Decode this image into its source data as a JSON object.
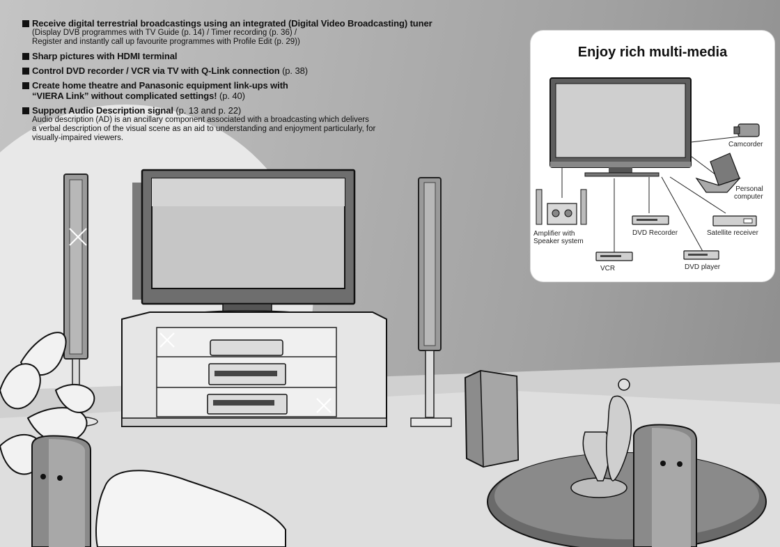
{
  "features": [
    {
      "heading_lines": [
        "Receive digital terrestrial broadcastings using an integrated (Digital Video Broadcasting) tuner"
      ],
      "ref": "",
      "desc_lines": [
        "(Display DVB programmes with TV Guide (p. 14) / Timer recording (p. 36) /",
        "Register and instantly call up favourite programmes with Profile Edit (p. 29))"
      ]
    },
    {
      "heading_lines": [
        "Sharp pictures with HDMI terminal"
      ],
      "ref": "",
      "desc_lines": []
    },
    {
      "heading_lines": [
        "Control DVD recorder / VCR via TV with Q-Link connection"
      ],
      "ref": "(p. 38)",
      "desc_lines": []
    },
    {
      "heading_lines": [
        "Create home theatre and Panasonic equipment link-ups with",
        "“VIERA Link” without complicated settings!"
      ],
      "ref": "(p. 40)",
      "desc_lines": []
    },
    {
      "heading_lines": [
        "Support Audio Description signal"
      ],
      "ref": "(p. 13 and p. 22)",
      "desc_lines": [
        "Audio description (AD) is an ancillary component associated with a broadcasting which delivers",
        "a verbal description of the visual scene as an aid to understanding and enjoyment particularly, for",
        "visually-impaired viewers."
      ]
    }
  ],
  "panel": {
    "title": "Enjoy rich multi-media",
    "devices": {
      "camcorder": "Camcorder",
      "pc_line1": "Personal",
      "pc_line2": "computer",
      "amp_line1": "Amplifier with",
      "amp_line2": "Speaker system",
      "dvd_recorder": "DVD Recorder",
      "satellite": "Satellite receiver",
      "vcr": "VCR",
      "dvd_player": "DVD player"
    }
  },
  "colors": {
    "background": "#b0b0b0",
    "text": "#111111",
    "panel": "#ffffff"
  }
}
